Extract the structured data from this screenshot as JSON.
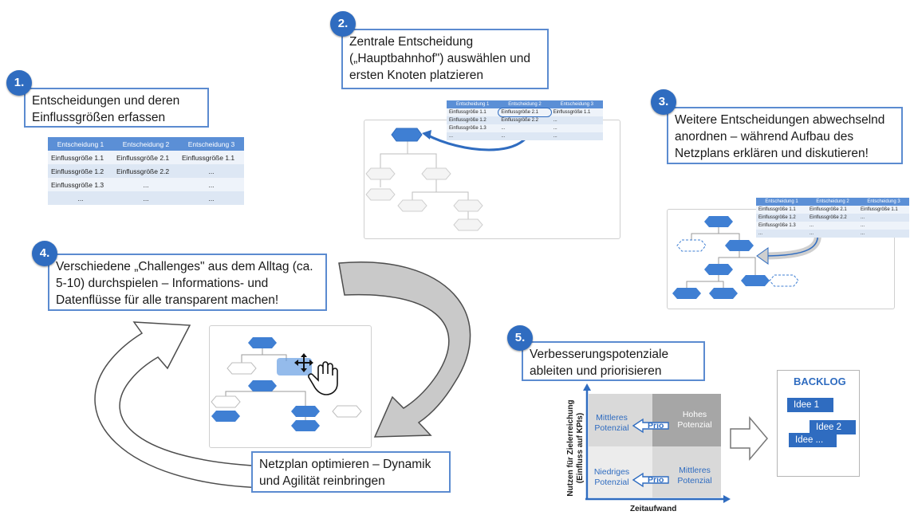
{
  "steps": [
    {
      "number": "1.",
      "text": "Entscheidungen und deren Einflussgrößen erfassen"
    },
    {
      "number": "2.",
      "text": "Zentrale Entscheidung („Hauptbahnhof\") auswählen und ersten Knoten platzieren"
    },
    {
      "number": "3.",
      "text": "Weitere Entscheidungen abwechselnd anordnen – während Aufbau des Netzplans erklären und diskutieren!"
    },
    {
      "number": "4.",
      "text": "Verschiedene „Challenges\" aus dem Alltag (ca. 5-10) durchspielen – Informations- und Datenflüsse für alle transparent machen!"
    },
    {
      "number": "5.",
      "text": "Verbesserungspotenziale ableiten und priorisieren"
    }
  ],
  "cycle_note": "Netzplan optimieren – Dynamik und Agilität reinbringen",
  "table": {
    "headers": [
      "Entscheidung 1",
      "Entscheidung 2",
      "Entscheidung 3"
    ],
    "rows": [
      [
        "Einflussgröße 1.1",
        "Einflussgröße 2.1",
        "Einflussgröße 1.1"
      ],
      [
        "Einflussgröße 1.2",
        "Einflussgröße 2.2",
        "..."
      ],
      [
        "Einflussgröße 1.3",
        "...",
        "..."
      ],
      [
        "...",
        "...",
        "..."
      ]
    ]
  },
  "matrix": {
    "y_label": "Nutzen für Zielerreichung (Einfluss auf KPIs)",
    "x_label": "Zeitaufwand",
    "top_left": "Mittleres Potenzial",
    "top_right": "Hohes Potenzial",
    "bottom_left": "Niedriges Potenzial",
    "bottom_right": "Mittleres Potenzial",
    "prio_label": "Prio"
  },
  "backlog": {
    "title": "BACKLOG",
    "items": [
      "Idee 1",
      "Idee 2",
      "Idee ..."
    ]
  },
  "colors": {
    "accent": "#2f6cc0",
    "node": "#3f7fd3",
    "box_border": "#5b8bd0",
    "arrow_fill": "#c9c9c9"
  }
}
